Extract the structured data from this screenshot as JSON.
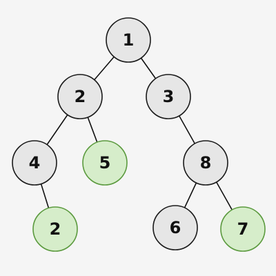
{
  "tree": {
    "nodes": [
      {
        "id": "n1",
        "label": "1",
        "highlighted": false
      },
      {
        "id": "n2",
        "label": "2",
        "highlighted": false
      },
      {
        "id": "n3",
        "label": "3",
        "highlighted": false
      },
      {
        "id": "n4",
        "label": "4",
        "highlighted": false
      },
      {
        "id": "n5",
        "label": "5",
        "highlighted": true
      },
      {
        "id": "n8",
        "label": "8",
        "highlighted": false
      },
      {
        "id": "n2b",
        "label": "2",
        "highlighted": true
      },
      {
        "id": "n6",
        "label": "6",
        "highlighted": false
      },
      {
        "id": "n7",
        "label": "7",
        "highlighted": true
      }
    ],
    "edges": [
      {
        "from": "n1",
        "to": "n2"
      },
      {
        "from": "n1",
        "to": "n3"
      },
      {
        "from": "n2",
        "to": "n4"
      },
      {
        "from": "n2",
        "to": "n5"
      },
      {
        "from": "n3",
        "to": "n8"
      },
      {
        "from": "n4",
        "to": "n2b"
      },
      {
        "from": "n8",
        "to": "n6"
      },
      {
        "from": "n8",
        "to": "n7"
      }
    ]
  },
  "colors": {
    "node_fill": "#e6e6e6",
    "node_stroke": "#1a1a1a",
    "highlight_fill": "#d6edca",
    "highlight_stroke": "#5b9a3e",
    "edge": "#111111",
    "background": "#f5f5f5"
  }
}
